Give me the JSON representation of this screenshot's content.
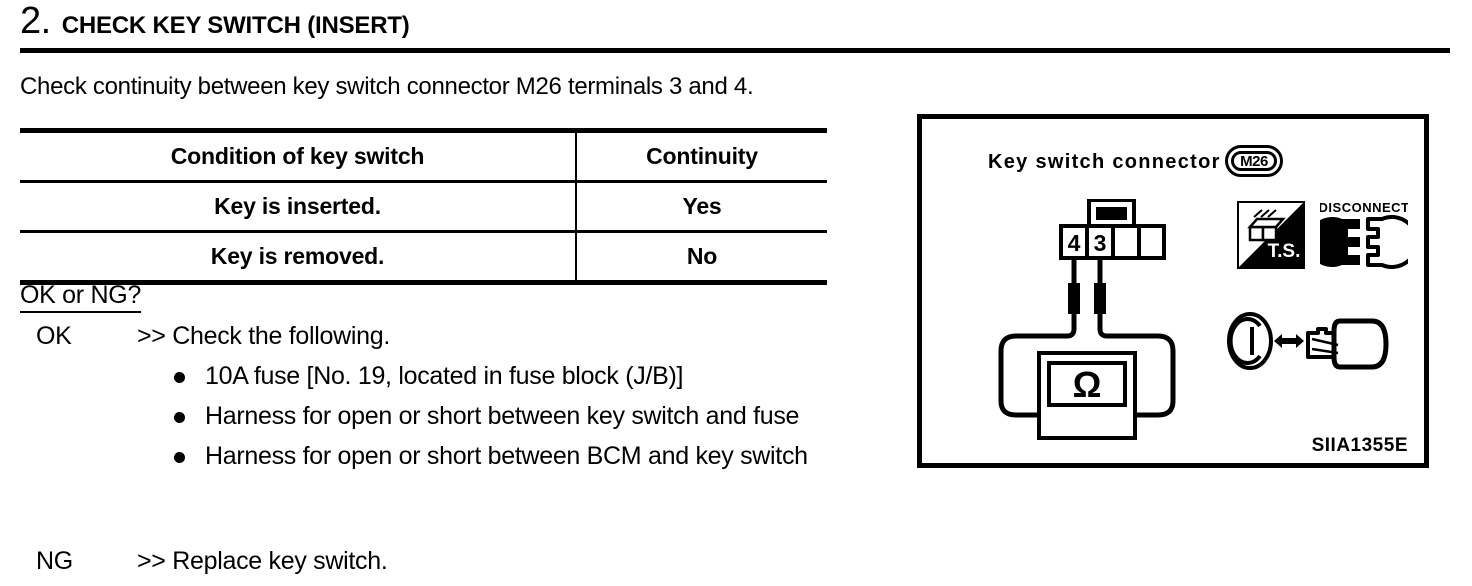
{
  "heading": {
    "number": "2.",
    "title": "CHECK KEY SWITCH (INSERT)"
  },
  "intro": "Check continuity between key switch connector M26 terminals 3 and 4.",
  "table": {
    "headers": [
      "Condition of key switch",
      "Continuity"
    ],
    "rows": [
      [
        "Key is inserted.",
        "Yes"
      ],
      [
        "Key is removed.",
        "No"
      ]
    ]
  },
  "result": {
    "prompt": "OK or NG?",
    "ok": {
      "tag": "OK",
      "arrow": ">>",
      "text": "Check the following.",
      "bullets": [
        "10A fuse [No. 19, located in fuse block (J/B)]",
        "Harness for open or short between key switch and fuse",
        "Harness for open or short between BCM and key switch"
      ]
    },
    "ng": {
      "tag": "NG",
      "arrow": ">>",
      "text": "Replace key switch."
    }
  },
  "figure": {
    "caption": "SIIA1355E",
    "connector_label": "Key  switch  connector",
    "connector_id": "M26",
    "terminals": [
      "4",
      "3",
      "",
      ""
    ],
    "meter_symbol": "Ω",
    "icons": {
      "ts_label": "T.S.",
      "disconnect_label": "DISCONNECT"
    }
  }
}
